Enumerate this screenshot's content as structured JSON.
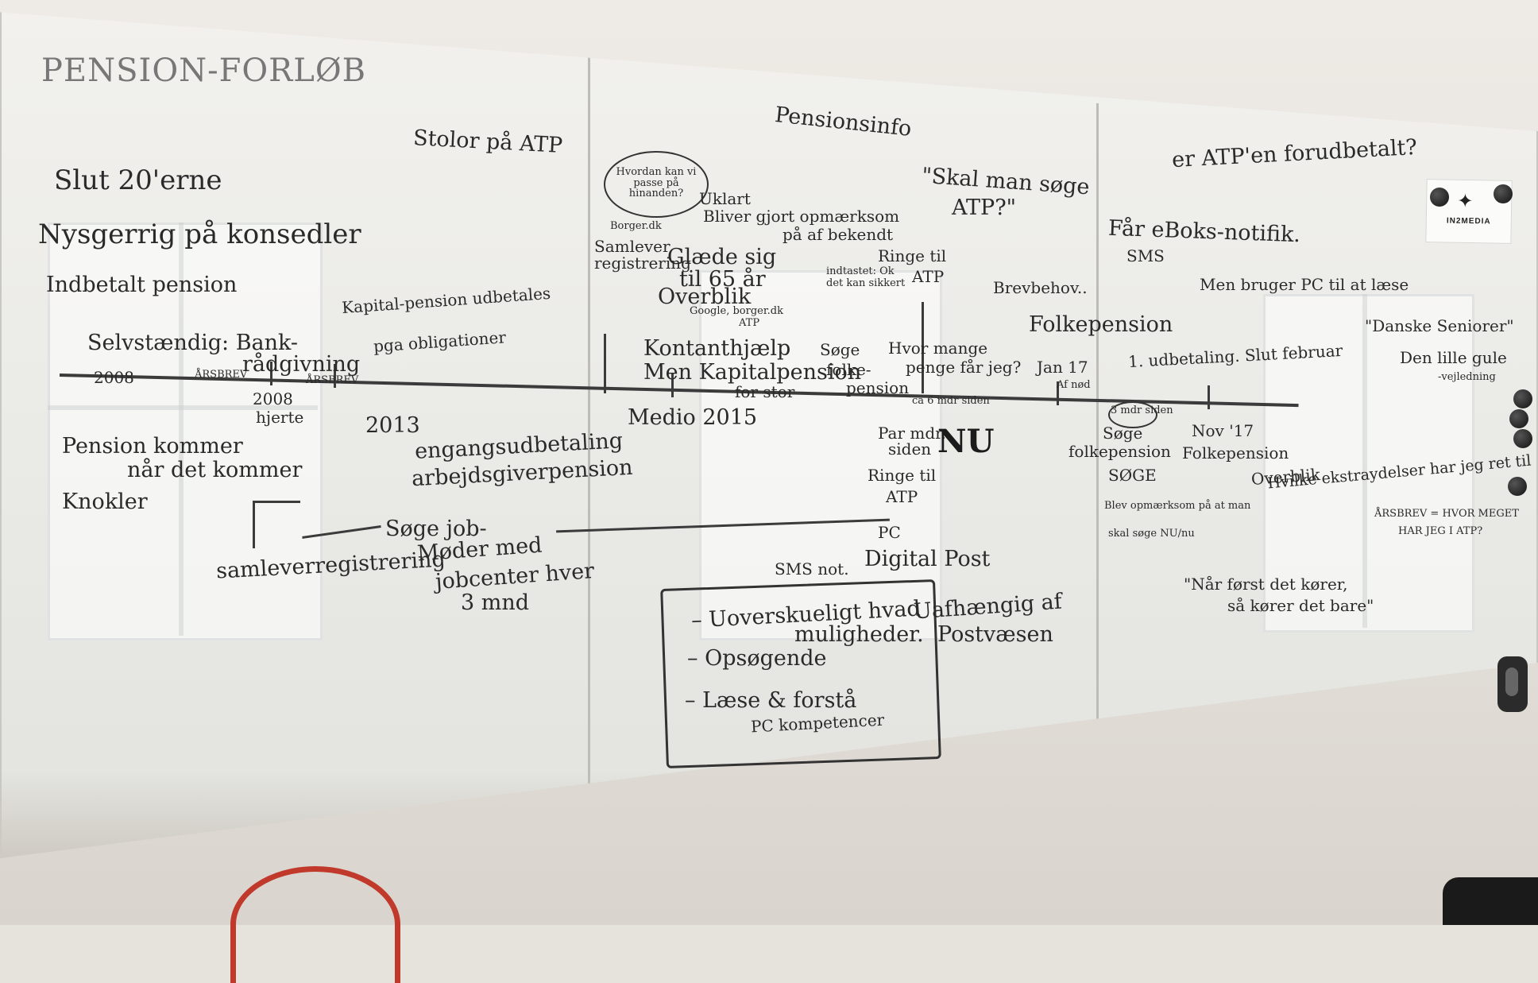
{
  "whiteboard": {
    "title": "PENSION-FORLØB",
    "columns": {
      "stolor": "Stolor på ATP",
      "pensionsinfo": "Pensionsinfo",
      "forudbetalt": "er ATP'en forudbetalt?"
    },
    "notes": {
      "slut_20erne": "Slut 20'erne",
      "nysgerrig": "Nysgerrig på konsedler",
      "indbetalt": "Indbetalt pension",
      "selvstaendig": "Selvstændig: Bank-",
      "raadgivning": "rådgivning",
      "year_2008a": "2008",
      "aarsbrev": "ÅRSBREV",
      "aarsbrev2": "ÅRSBREV",
      "kapitalpension": "Kapital-pension udbetales",
      "pga_obligationer": "pga obligationer",
      "year_2008b": "2008",
      "hjerte": "hjerte",
      "year_2013": "2013",
      "engangsudbetaling": "engangsudbetaling",
      "arbejdsgiverpension": "arbejdsgiverpension",
      "pension_kommer": "Pension kommer",
      "naar_det_kommer": "når det kommer",
      "knokler": "Knokler",
      "soege_job": "Søge job-",
      "samleverregistrering": "samleverregistrering",
      "moeder_med": "Møder med",
      "jobcenter": "jobcenter hver",
      "tre_mnd": "3 mnd",
      "bubble_question": "Hvordan kan vi passe på hinanden?",
      "uklart": "Uklart",
      "bliver_gjort": "Bliver gjort opmærksom",
      "paa_af_bekendt": "på af bekendt",
      "borger_dk_a": "Borger.dk",
      "samlever_registrering": "Samlever registrering",
      "glaede_sig": "Glæde sig",
      "til_65": "til 65 år",
      "overblik": "Overblik",
      "google": "Google, borger.dk",
      "atp_small": "ATP",
      "kontanthjaelp": "Kontanthjælp",
      "men_kapital": "Men Kapitalpension",
      "for_stor": "for stor",
      "medio_2015": "Medio 2015",
      "skal_man_soege": "\"Skal man søge",
      "atp_quote": "ATP?\"",
      "ringe_til_atp": "Ringe til",
      "atp_word": "ATP",
      "indtastet": "indtastet: Ok",
      "det_kan": "det kan sikkert",
      "brevbehov": "Brevbehov..",
      "soege": "Søge",
      "folkepension_small": "folke-",
      "pension_small": "pension",
      "hvor_mange": "Hvor mange",
      "penge_faar_jeg": "penge får jeg?",
      "ca_6_mdr": "ca 6 mdr siden",
      "par_mdr": "Par mdr.",
      "siden": "siden",
      "nu": "NU",
      "ringe_til_atp2": "Ringe til",
      "atp_word2": "ATP",
      "folkepension": "Folkepension",
      "jan_17": "Jan 17",
      "af_nod": "Af nød",
      "udbetaling": "1. udbetaling. Slut februar",
      "faar_eboks": "Får eBoks-notifik.",
      "sms": "SMS",
      "men_bruger_pc": "Men bruger PC til at læse",
      "danske_seniorer": "\"Danske Seniorer\"",
      "den_lille_gule": "Den lille gule",
      "vejledning": "-vejledning",
      "tre_mdr_siden": "3 mdr siden",
      "soege_folkepension_a": "Søge",
      "soege_folkepension_b": "folkepension",
      "soege_caps": "SØGE",
      "nov_17": "Nov '17",
      "folkepension2": "Folkepension",
      "overblik2": "Overblik",
      "hvilke_ydelser": "Hvilke ekstraydelser har jeg ret til",
      "blev_opmaerksom": "Blev opmærksom på at man",
      "skal_soege_nu": "skal søge NU/nu",
      "aarsbrev_hvor": "ÅRSBREV = HVOR MEGET",
      "har_jeg": "HAR JEG I ATP?",
      "naar_foerst": "\"Når først det kører,",
      "saa_koerer": "så kører det bare\"",
      "pc": "PC",
      "sms_not": "SMS not.",
      "digital_post": "Digital Post",
      "uafhaengig": "Uafhængig af",
      "postvaesenet": "Postvæsen",
      "uoverskueligt": "– Uoverskueligt hvad",
      "muligheder": "muligheder.",
      "opsoegende": "– Opsøgende",
      "laese": "– Læse & forstå",
      "pc_kompetencer": "PC kompetencer"
    },
    "logo_text": "IN2MEDIA"
  }
}
